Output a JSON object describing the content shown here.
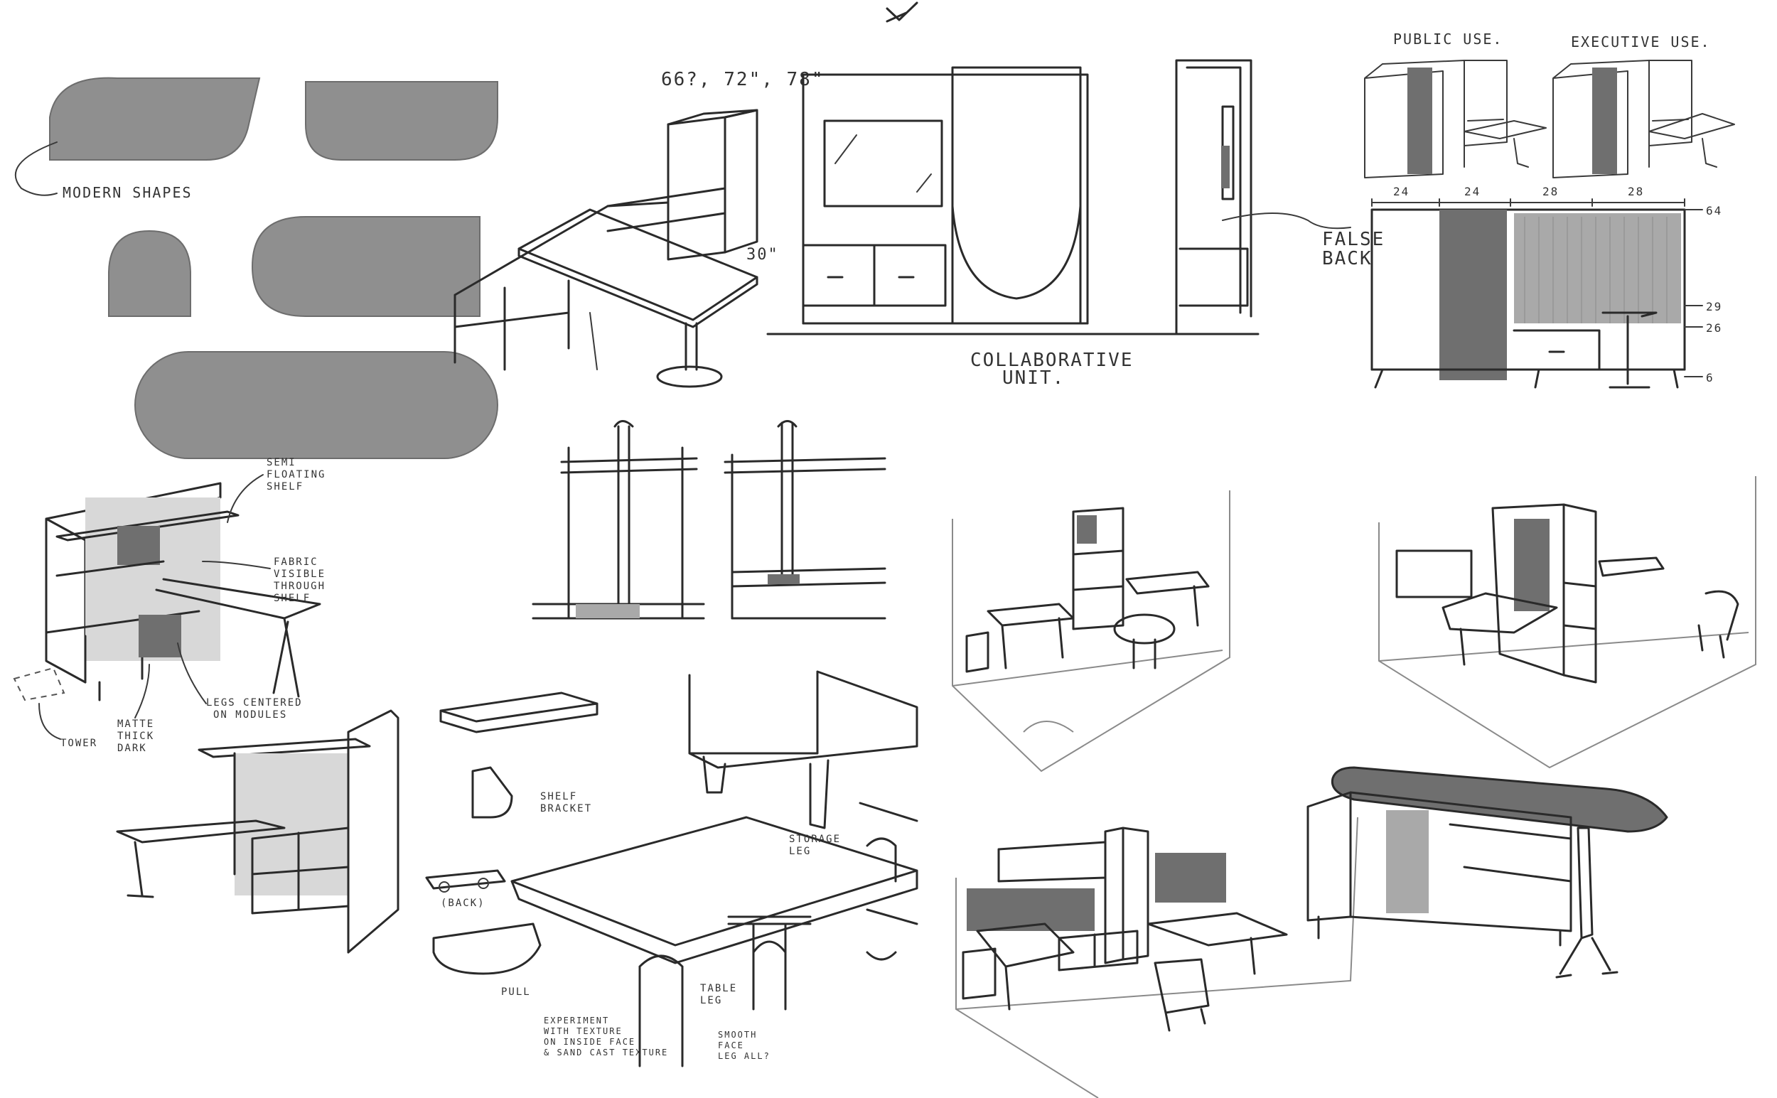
{
  "labels": {
    "modern_shapes": "MODERN SHAPES",
    "heights": "66?, 72\", 78\"",
    "dim_30": "30\"",
    "collab_line1": "COLLABORATIVE",
    "collab_line2": "UNIT.",
    "false_line1": "FALSE",
    "false_line2": "BACK",
    "public_use": "PUBLIC USE.",
    "executive_use": "EXECUTIVE USE.",
    "dim_top": [
      "24",
      "24",
      "28",
      "28"
    ],
    "dim_side": [
      "64",
      "29",
      "26",
      "6"
    ],
    "semi_floating": [
      "SEMI",
      "FLOATING",
      "SHELF"
    ],
    "fabric_visible": [
      "FABRIC",
      "VISIBLE",
      "THROUGH",
      "SHELF"
    ],
    "legs_centered": [
      "LEGS CENTERED",
      "ON MODULES"
    ],
    "tower": "TOWER",
    "matte_thick": [
      "MATTE",
      "THICK",
      "DARK"
    ],
    "shelf_bracket": [
      "SHELF",
      "BRACKET"
    ],
    "back": "(BACK)",
    "pull": "PULL",
    "storage_leg": [
      "STORAGE",
      "LEG"
    ],
    "table_leg": [
      "TABLE",
      "LEG"
    ],
    "experiment": [
      "EXPERIMENT",
      "WITH TEXTURE",
      "ON INSIDE FACE",
      "& SAND CAST TEXTURE"
    ],
    "smooth_face": [
      "SMOOTH",
      "FACE",
      "LEG ALL?"
    ]
  },
  "colors": {
    "ink": "#2a2a2a",
    "marker": "#8f8f8f",
    "marker_dark": "#6f6f6f",
    "paper": "#ffffff"
  }
}
